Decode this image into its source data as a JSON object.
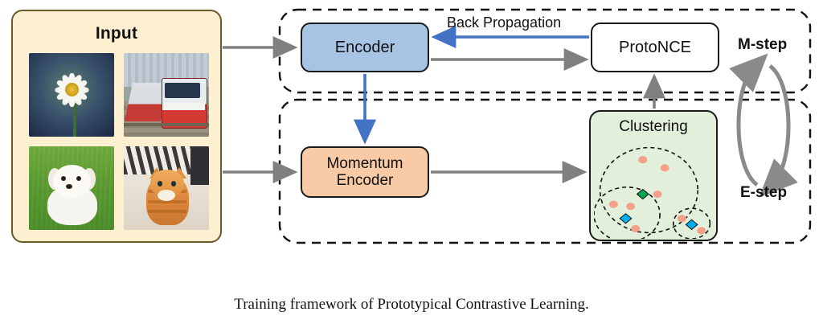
{
  "figure": {
    "caption": "Training framework of Prototypical Contrastive Learning."
  },
  "input_panel": {
    "title": "Input",
    "bg_color": "#FDF0D0",
    "border_color": "#6B5A2A",
    "thumbnails": [
      {
        "name": "daisy-flower-photo",
        "alt": "white daisy flower on dark background"
      },
      {
        "name": "red-train-photo",
        "alt": "red and white commuter train at station"
      },
      {
        "name": "white-dog-photo",
        "alt": "small white maltese dog on green grass"
      },
      {
        "name": "orange-cat-photo",
        "alt": "orange tabby kitten on a bed"
      }
    ]
  },
  "nodes": {
    "encoder": {
      "label": "Encoder",
      "color": "#A8C4E5"
    },
    "protonce": {
      "label": "ProtoNCE",
      "color": "#FFFFFF"
    },
    "momentum_encoder": {
      "label_line1": "Momentum",
      "label_line2": "Encoder",
      "color": "#F8CBA6"
    },
    "clustering": {
      "label": "Clustering",
      "color": "#E2EFDA"
    }
  },
  "edges": {
    "back_propagation": {
      "label": "Back Propagation",
      "color": "#4472C4",
      "direction": "protonce-to-encoder"
    },
    "encoder_to_protonce": {
      "label": "",
      "color": "#808080",
      "direction": "encoder-to-protonce"
    },
    "encoder_to_momentum": {
      "label": "",
      "color": "#4472C4",
      "direction": "encoder-to-momentum-encoder"
    },
    "input_to_encoder": {
      "label": "",
      "color": "#808080",
      "direction": "input-to-encoder"
    },
    "input_to_momentum": {
      "label": "",
      "color": "#808080",
      "direction": "input-to-momentum-encoder"
    },
    "momentum_to_clustering": {
      "label": "",
      "color": "#808080",
      "direction": "momentum-encoder-to-clustering"
    },
    "clustering_to_protonce": {
      "label": "",
      "color": "#808080",
      "direction": "clustering-to-protonce"
    }
  },
  "em_loop": {
    "m_step_label": "M-step",
    "e_step_label": "E-step",
    "color": "#808080"
  },
  "groups": {
    "m_step_box": {
      "style": "dashed",
      "color": "#111111"
    },
    "e_step_box": {
      "style": "dashed",
      "color": "#111111"
    }
  },
  "chart_data": {
    "type": "scatter",
    "title": "Clustering",
    "xlabel": "",
    "ylabel": "",
    "xlim": [
      0,
      100
    ],
    "ylim": [
      0,
      100
    ],
    "grid": false,
    "legend": "none",
    "series": [
      {
        "name": "samples",
        "marker": "circle",
        "color": "#F4A08A",
        "points": [
          [
            40,
            78
          ],
          [
            58,
            70
          ],
          [
            52,
            44
          ],
          [
            16,
            34
          ],
          [
            30,
            32
          ],
          [
            34,
            10
          ],
          [
            72,
            20
          ],
          [
            88,
            8
          ]
        ]
      },
      {
        "name": "prototype-green",
        "marker": "diamond",
        "color": "#00A650",
        "points": [
          [
            40,
            44
          ]
        ]
      },
      {
        "name": "prototype-blue",
        "marker": "diamond",
        "color": "#00AEEF",
        "points": [
          [
            26,
            20
          ],
          [
            80,
            14
          ]
        ]
      }
    ],
    "clusters": [
      {
        "name": "cluster-large",
        "cx": 45,
        "cy": 48,
        "rx": 40,
        "ry": 42,
        "style": "dashed"
      },
      {
        "name": "cluster-medium",
        "cx": 27,
        "cy": 24,
        "rx": 27,
        "ry": 27,
        "style": "dashed"
      },
      {
        "name": "cluster-small",
        "cx": 80,
        "cy": 15,
        "rx": 15,
        "ry": 15,
        "style": "dashed"
      }
    ]
  }
}
